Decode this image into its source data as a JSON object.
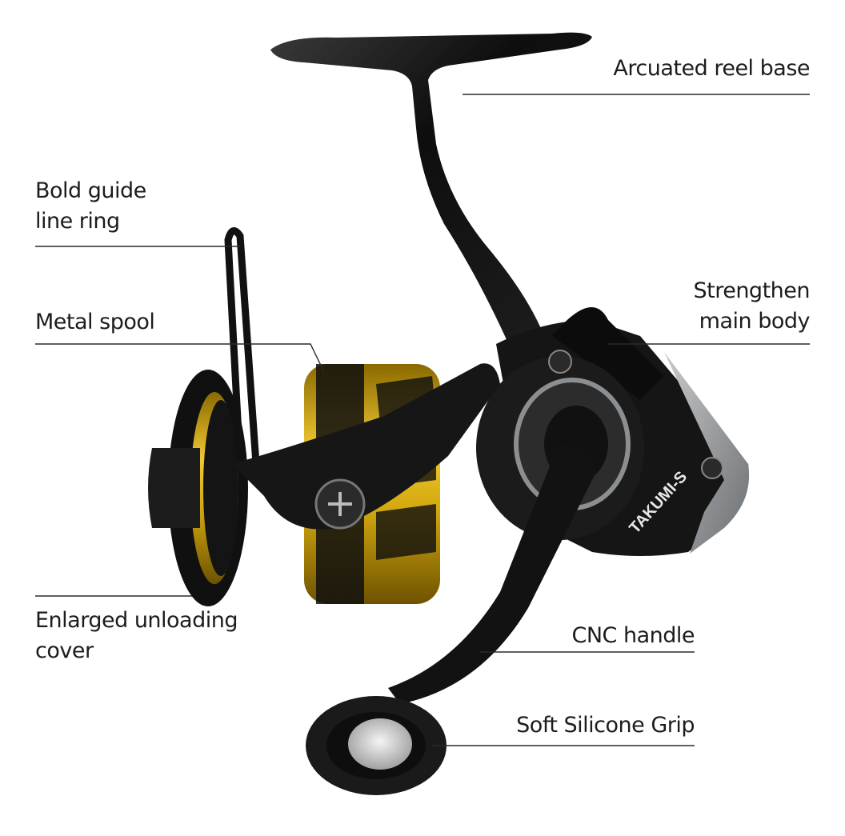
{
  "callouts": {
    "reel_base": "Arcuated reel base",
    "guide_ring_line1": "Bold guide",
    "guide_ring_line2": "line ring",
    "metal_spool": "Metal spool",
    "main_body_line1": "Strengthen",
    "main_body_line2": "main body",
    "unloading_cover_line1": "Enlarged unloading",
    "unloading_cover_line2": "cover",
    "cnc_handle": "CNC handle",
    "silicone_grip": "Soft Silicone Grip"
  },
  "product": {
    "brand_mark": "TAKUMI-S"
  },
  "colors": {
    "body": "#141414",
    "spool_gold": "#d4a90f",
    "accent_silver": "#8a8d90",
    "line": "#2a2a2a"
  }
}
